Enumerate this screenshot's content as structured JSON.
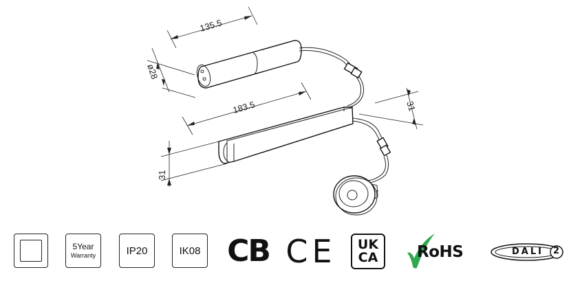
{
  "drawing": {
    "dim_top_length": "135.5",
    "dim_diameter": "ø28",
    "dim_driver_length": "183.5",
    "dim_driver_height": "31",
    "dim_right_height": "31"
  },
  "certifications": {
    "class2_icon": "double-square-icon",
    "warranty_line1": "5Year",
    "warranty_line2": "Warranty",
    "ip_rating": "IP20",
    "ik_rating": "IK08",
    "cb_mark": "CB",
    "ce_mark": "CE",
    "ukca_top": "UK",
    "ukca_bottom": "CA",
    "rohs": "RoHS",
    "dali": "DALI",
    "dali_version": "2"
  },
  "colors": {
    "line": "#222222",
    "rohs_check": "#2fa84f"
  }
}
